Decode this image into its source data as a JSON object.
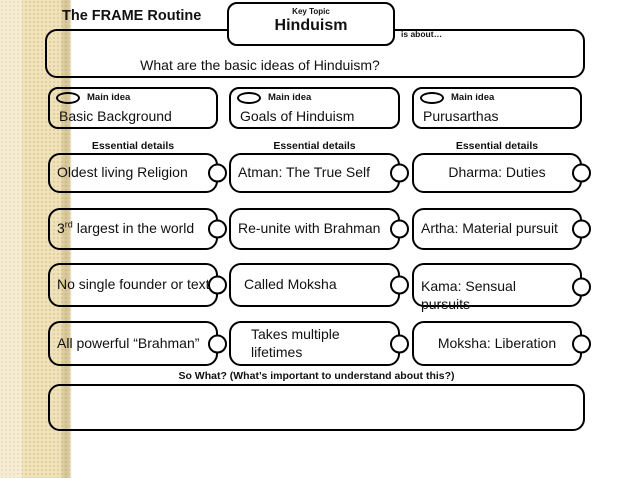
{
  "title": "The FRAME Routine",
  "key_topic": {
    "label": "Key Topic",
    "value": "Hinduism"
  },
  "is_about": "is about…",
  "question": "What are the basic ideas of Hinduism?",
  "main_idea_label": "Main idea",
  "essential_details_label": "Essential details",
  "columns": [
    {
      "main_idea": "Basic Background",
      "details": [
        {
          "text": "Oldest living Religion"
        },
        {
          "prefix": "3",
          "sup": "rd",
          "rest": " largest in the world"
        },
        {
          "text": "No single founder or text"
        },
        {
          "text": "All powerful “Brahman”"
        }
      ]
    },
    {
      "main_idea": "Goals of Hinduism",
      "details": [
        {
          "text": "Atman: The True Self"
        },
        {
          "text": "Re-unite with Brahman"
        },
        {
          "text": "Called Moksha"
        },
        {
          "text": "Takes multiple lifetimes"
        }
      ]
    },
    {
      "main_idea": "Purusarthas",
      "details": [
        {
          "text": "Dharma: Duties"
        },
        {
          "text": "Artha: Material pursuit"
        },
        {
          "text": "Kama: Sensual pursuits"
        },
        {
          "text": "Moksha: Liberation"
        }
      ]
    }
  ],
  "so_what": "So What? (What’s important to understand about this?)",
  "colors": {
    "sidebar_beige": "#f0e2bb",
    "border": "#000000",
    "background": "#ffffff"
  }
}
